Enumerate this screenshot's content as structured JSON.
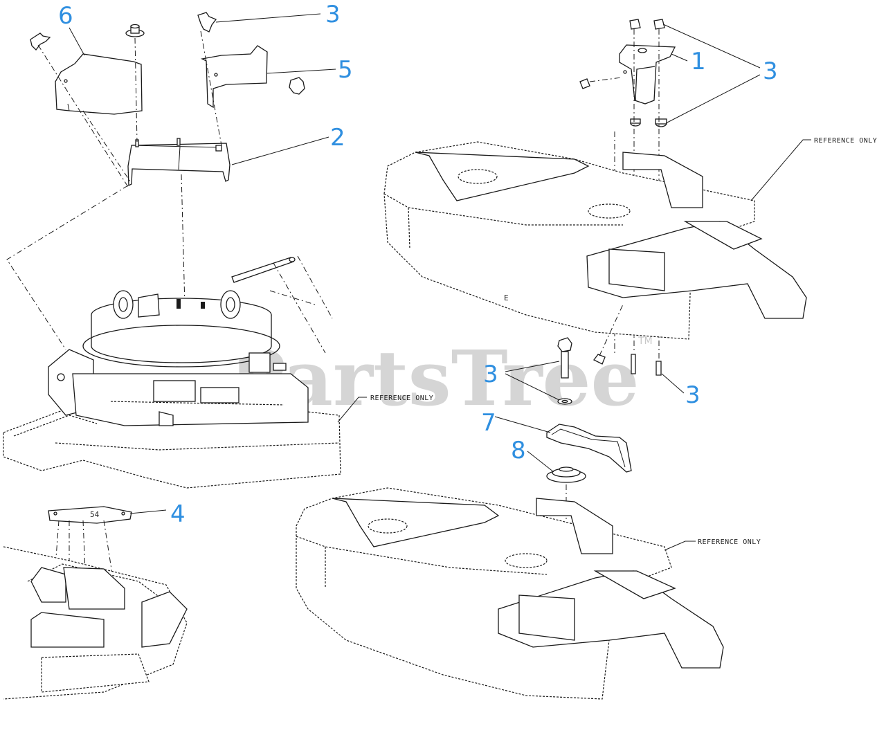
{
  "callouts": {
    "c1": "1",
    "c2": "2",
    "c3a": "3",
    "c3b": "3",
    "c3c": "3",
    "c3d": "3",
    "c4": "4",
    "c5": "5",
    "c6": "6",
    "c7": "7",
    "c8": "8"
  },
  "reference_labels": {
    "top_right": "REFERENCE ONLY",
    "left_deck": "REFERENCE ONLY",
    "bottom_right": "REFERENCE ONLY"
  },
  "deck_marks": {
    "letter_e": "E",
    "plate_54": "54"
  },
  "watermark": {
    "text": "PartsTree",
    "tm": "TM"
  },
  "colors": {
    "callout": "#2f8fe0",
    "line": "#1a1a1a",
    "watermark": "#c8c8c8"
  }
}
